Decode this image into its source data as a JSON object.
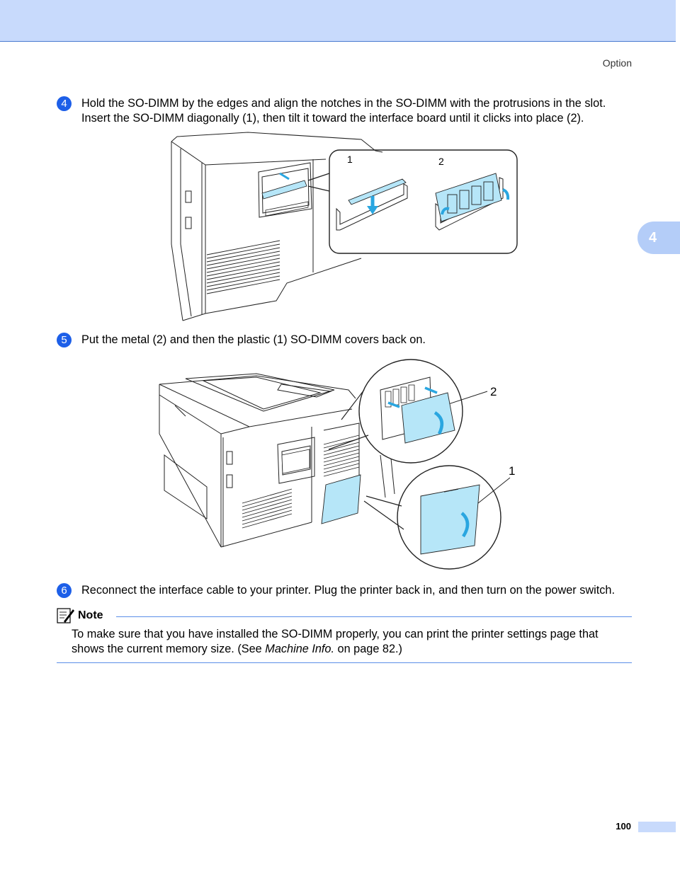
{
  "header": {
    "running_head": "Option",
    "chapter": "4"
  },
  "steps": [
    {
      "number": "4",
      "lines": [
        "Hold the SO-DIMM by the edges and align the notches in the SO-DIMM with the protrusions in the slot.",
        "Insert the SO-DIMM diagonally (1), then tilt it toward the interface board until it clicks into place (2)."
      ]
    },
    {
      "number": "5",
      "lines": [
        "Put the metal (2) and then the plastic (1) SO-DIMM covers back on."
      ]
    },
    {
      "number": "6",
      "lines": [
        "Reconnect the interface cable to your printer. Plug the printer back in, and then turn on the power switch."
      ]
    }
  ],
  "figure1": {
    "callout_1": "1",
    "callout_2": "2"
  },
  "figure2": {
    "callout_2": "2",
    "callout_1": "1"
  },
  "note": {
    "label": "Note",
    "text_before": "To make sure that you have installed the SO-DIMM properly, you can print the printer settings page that shows the current memory size. (See ",
    "link_italic": "Machine Info.",
    "text_after": " on page 82.)"
  },
  "footer": {
    "page_number": "100"
  },
  "colors": {
    "accent": "#1d5fe8",
    "band": "#c8dafc",
    "part": "#b6e6f8",
    "arrow": "#2aa6e0"
  }
}
